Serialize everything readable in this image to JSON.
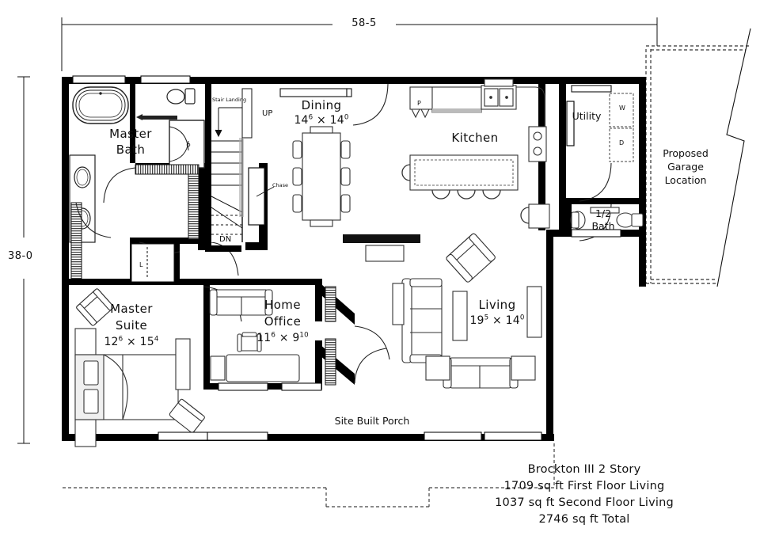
{
  "plan": {
    "title_block": {
      "line1": "Brockton III 2 Story",
      "line2": "1709 sq ft First Floor Living",
      "line3": "1037 sq ft Second Floor Living",
      "line4": "2746 sq ft Total"
    },
    "dimensions": {
      "overall_width": "58-5",
      "overall_depth": "38-0"
    },
    "rooms": [
      {
        "key": "master_bath",
        "name_line1": "Master",
        "name_line2": "Bath",
        "dim": ""
      },
      {
        "key": "master_suite",
        "name_line1": "Master",
        "name_line2": "Suite",
        "dim_ft1": "12",
        "dim_in1": "6",
        "dim_ft2": "15",
        "dim_in2": "4"
      },
      {
        "key": "dining",
        "name_line1": "Dining",
        "name_line2": "",
        "dim_ft1": "14",
        "dim_in1": "6",
        "dim_ft2": "14",
        "dim_in2": "0"
      },
      {
        "key": "kitchen",
        "name_line1": "Kitchen",
        "name_line2": "",
        "dim": ""
      },
      {
        "key": "living",
        "name_line1": "Living",
        "name_line2": "",
        "dim_ft1": "19",
        "dim_in1": "5",
        "dim_ft2": "14",
        "dim_in2": "0"
      },
      {
        "key": "home_office",
        "name_line1": "Home",
        "name_line2": "Office",
        "dim_ft1": "11",
        "dim_in1": "6",
        "dim_ft2": "9",
        "dim_in2": "10"
      },
      {
        "key": "utility",
        "name_line1": "Utility",
        "name_line2": "",
        "dim": ""
      },
      {
        "key": "half_bath",
        "name_line1": "1/2",
        "name_line2": "Bath",
        "dim": ""
      }
    ],
    "annotations": {
      "stair_landing": "Stair Landing",
      "up": "UP",
      "down": "DN",
      "chase": "Chase",
      "linen": "L",
      "pantry": "P",
      "washer": "W",
      "dryer": "D",
      "porch": "Site Built Porch",
      "garage_line1": "Proposed",
      "garage_line2": "Garage",
      "garage_line3": "Location",
      "dim_x": "×"
    },
    "colors": {
      "wall": "#000000",
      "line": "#1a1a1a",
      "furniture": "#333333",
      "background": "#ffffff",
      "dashed": "#444444",
      "hatch": "#222222"
    }
  }
}
